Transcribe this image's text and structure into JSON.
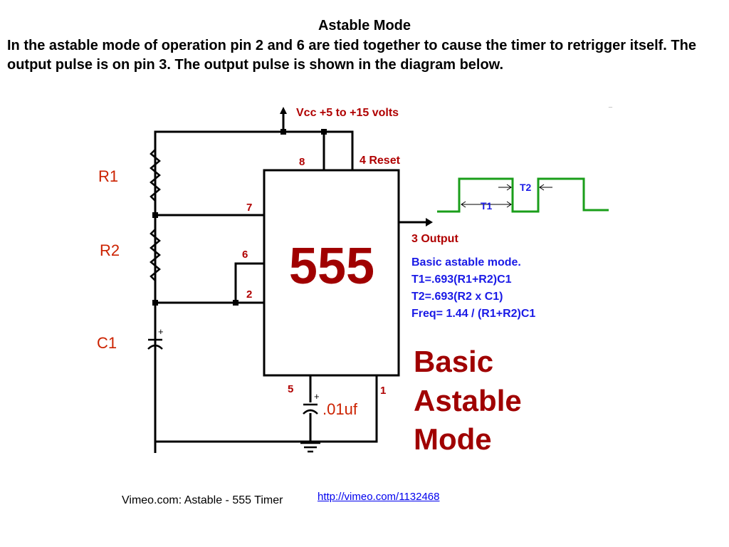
{
  "heading": "Astable Mode",
  "intro": "In the astable mode of operation pin 2 and 6 are tied together to cause the timer to retrigger itself. The output pulse is on pin 3. The output pulse is shown in the diagram below.",
  "diagram": {
    "vcc_label": "Vcc +5 to +15 volts",
    "r1_label": "R1",
    "r2_label": "R2",
    "c1_label": "C1",
    "chip_label": "555",
    "pin8": "8",
    "pin7": "7",
    "pin6": "6",
    "pin2": "2",
    "pin5": "5",
    "pin1": "1",
    "reset_label": "4 Reset",
    "output_label": "3  Output",
    "cap_value": ".01uf",
    "plus_sign": "+",
    "t1_label": "T1",
    "t2_label": "T2",
    "formula_lines": [
      "Basic astable mode.",
      "T1=.693(R1+R2)C1",
      "T2=.693(R2 x C1)",
      "Freq= 1.44 / (R1+R2)C1"
    ],
    "big_lines": [
      "Basic",
      "Astable",
      "Mode"
    ]
  },
  "colors": {
    "wire": "#000000",
    "resistor_label": "#cc2200",
    "chip_text": "#a00000",
    "pin_number": "#b00000",
    "waveform": "#1a9e1a",
    "formula": "#1a1ae6",
    "link": "#0000ee"
  },
  "caption": "Vimeo.com: Astable - 555 Timer",
  "link_text": "http://vimeo.com/1132468",
  "tiny_mark": "_"
}
